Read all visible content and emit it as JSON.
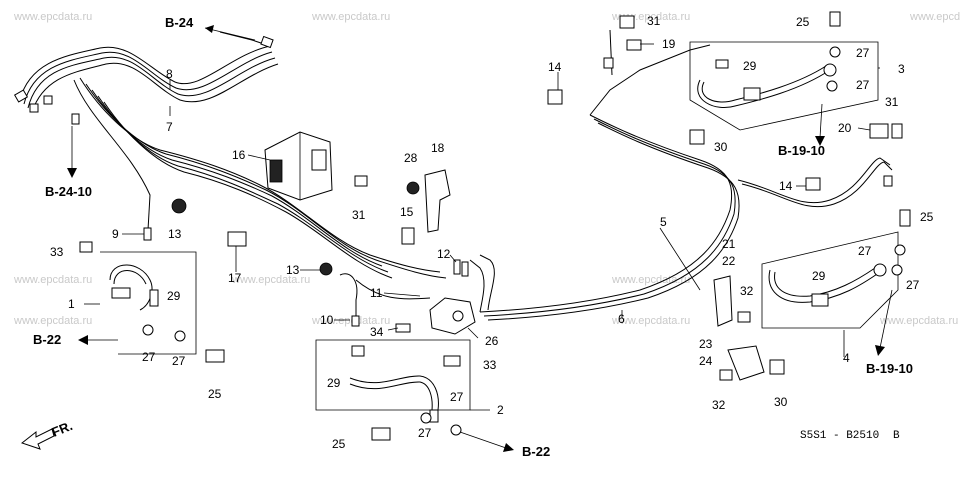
{
  "watermark": "www.epcdata.ru",
  "part_numbers": [
    "1",
    "2",
    "3",
    "4",
    "5",
    "6",
    "7",
    "8",
    "9",
    "10",
    "11",
    "12",
    "13",
    "13",
    "14",
    "14",
    "15",
    "16",
    "17",
    "18",
    "19",
    "20",
    "21",
    "22",
    "23",
    "24",
    "25",
    "25",
    "25",
    "25",
    "26",
    "27",
    "27",
    "27",
    "27",
    "27",
    "27",
    "27",
    "27",
    "28",
    "29",
    "29",
    "29",
    "29",
    "29",
    "30",
    "30",
    "31",
    "31",
    "31",
    "32",
    "32",
    "33",
    "33",
    "34"
  ],
  "section_refs": {
    "b24": "B-24",
    "b24_10": "B-24-10",
    "b22_left": "B-22",
    "b22_bottom": "B-22",
    "b19_10_top": "B-19-10",
    "b19_10_bottom": "B-19-10"
  },
  "front_label": "FR.",
  "diagram_code": "S5S1 - B2510",
  "diagram_suffix": "B"
}
